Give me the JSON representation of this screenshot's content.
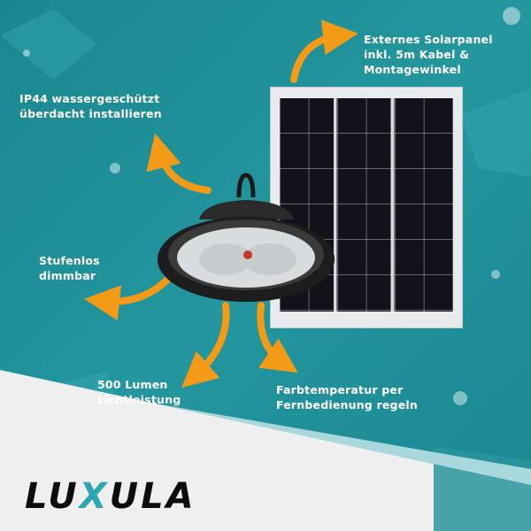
{
  "colors": {
    "background": "#1f8e97",
    "accent_arrow": "#f39a16",
    "bottom_panel": "#efefef",
    "brand_accent": "#2aa7b0"
  },
  "labels": {
    "solar_panel": [
      "Externes Solarpanel",
      "inkl. 5m Kabel &",
      "Montagewinkel"
    ],
    "ip44": [
      "IP44 wassergeschützt",
      "überdacht installieren"
    ],
    "dimmable": [
      "Stufenlos",
      "dimmbar"
    ],
    "lumen": [
      "500 Lumen",
      "Lichtleistung"
    ],
    "color_temp": [
      "Farbtemperatur per",
      "Fernbedienung regeln"
    ]
  },
  "brand": {
    "logo_text_a": "LU",
    "logo_text_x": "X",
    "logo_text_b": "ULA"
  }
}
